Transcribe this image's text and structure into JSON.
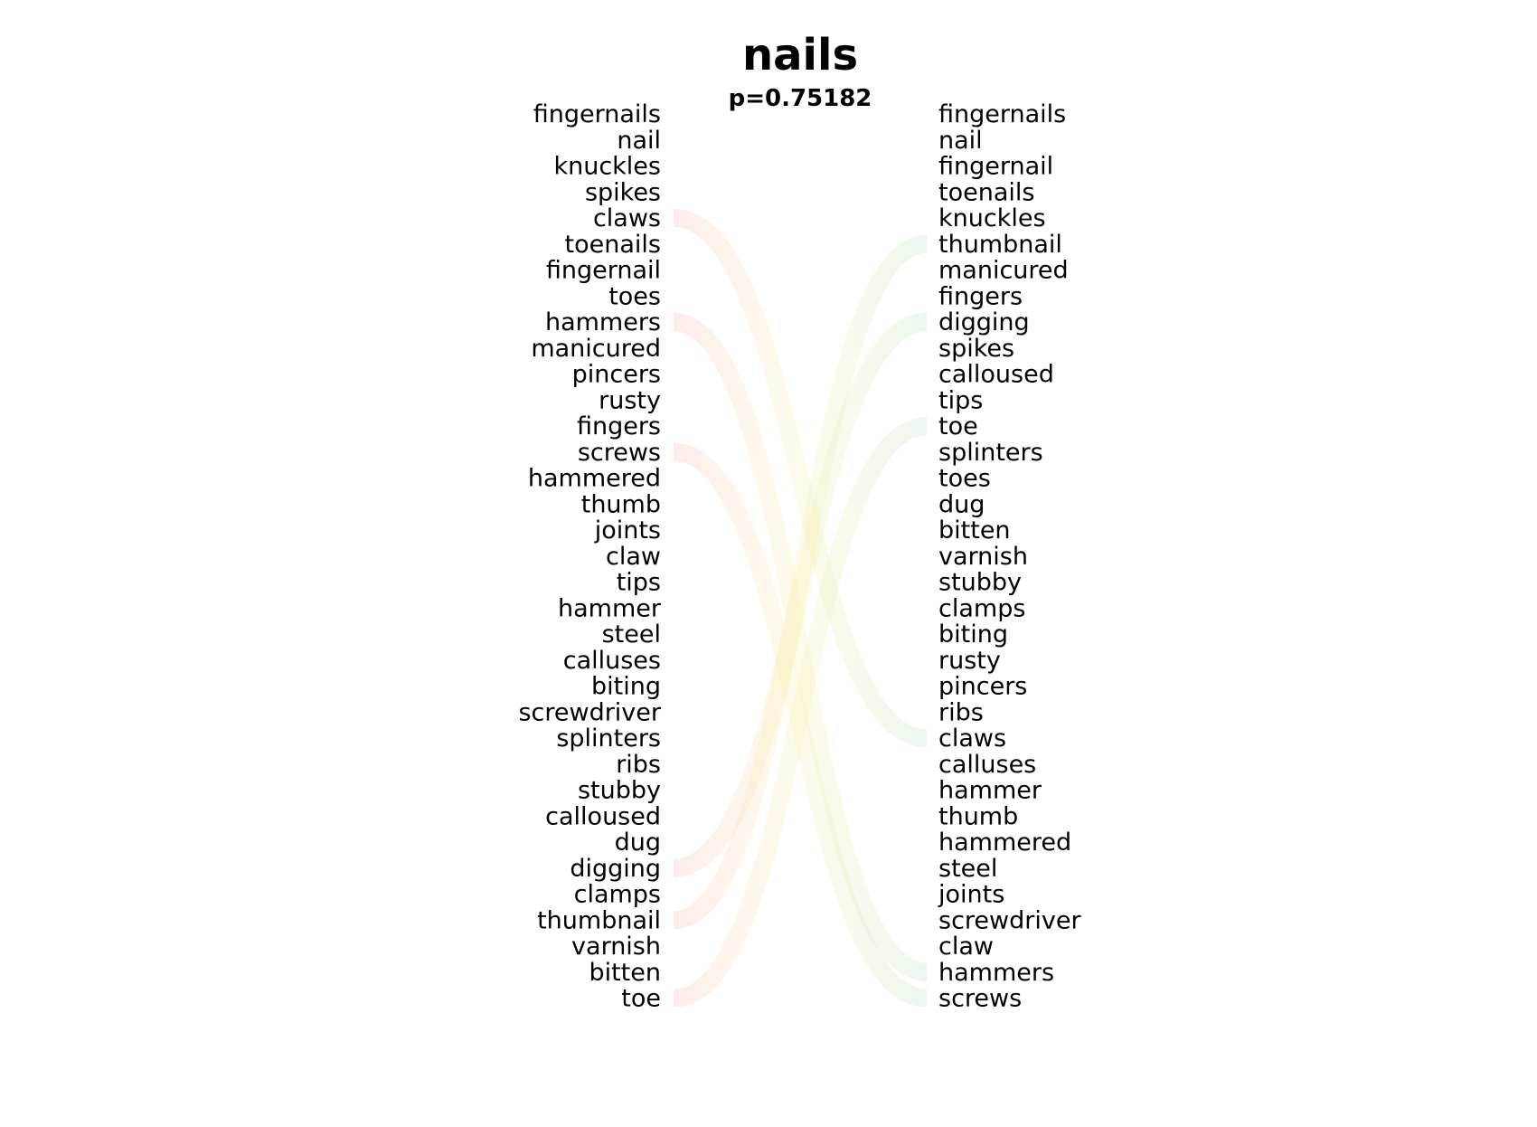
{
  "title": "nails",
  "subtitle": "p=0.75182",
  "colors": {
    "left_link": "#f6a8a8",
    "right_link": "#a9d8b8",
    "mid_link": "#f6f0b0",
    "text": "#000000"
  },
  "left_words": [
    "fingernails",
    "nail",
    "knuckles",
    "spikes",
    "claws",
    "toenails",
    "fingernail",
    "toes",
    "hammers",
    "manicured",
    "pincers",
    "rusty",
    "fingers",
    "screws",
    "hammered",
    "thumb",
    "joints",
    "claw",
    "tips",
    "hammer",
    "steel",
    "calluses",
    "biting",
    "screwdriver",
    "splinters",
    "ribs",
    "stubby",
    "calloused",
    "dug",
    "digging",
    "clamps",
    "thumbnail",
    "varnish",
    "bitten",
    "toe"
  ],
  "right_words": [
    "fingernails",
    "nail",
    "fingernail",
    "toenails",
    "knuckles",
    "thumbnail",
    "manicured",
    "fingers",
    "digging",
    "spikes",
    "calloused",
    "tips",
    "toe",
    "splinters",
    "toes",
    "dug",
    "bitten",
    "varnish",
    "stubby",
    "clamps",
    "biting",
    "rusty",
    "pincers",
    "ribs",
    "claws",
    "calluses",
    "hammer",
    "thumb",
    "hammered",
    "steel",
    "joints",
    "screwdriver",
    "claw",
    "hammers",
    "screws"
  ],
  "chart_data": {
    "type": "bump",
    "title": "nails",
    "subtitle": "p=0.75182",
    "highlighted_links": [
      {
        "word": "claws",
        "left_rank": 5,
        "right_rank": 25,
        "side": "left"
      },
      {
        "word": "hammers",
        "left_rank": 9,
        "right_rank": 34,
        "side": "left"
      },
      {
        "word": "screws",
        "left_rank": 14,
        "right_rank": 35,
        "side": "left"
      },
      {
        "word": "digging",
        "left_rank": 30,
        "right_rank": 9,
        "side": "left"
      },
      {
        "word": "thumbnail",
        "left_rank": 32,
        "right_rank": 6,
        "side": "left"
      },
      {
        "word": "toe",
        "left_rank": 35,
        "right_rank": 13,
        "side": "left"
      },
      {
        "word": "thumbnail",
        "left_rank": 32,
        "right_rank": 6,
        "side": "right"
      },
      {
        "word": "digging",
        "left_rank": 30,
        "right_rank": 9,
        "side": "right"
      },
      {
        "word": "toe",
        "left_rank": 35,
        "right_rank": 13,
        "side": "right"
      },
      {
        "word": "claws",
        "left_rank": 5,
        "right_rank": 25,
        "side": "right"
      },
      {
        "word": "hammers",
        "left_rank": 9,
        "right_rank": 34,
        "side": "right"
      },
      {
        "word": "screws",
        "left_rank": 14,
        "right_rank": 35,
        "side": "right"
      }
    ]
  }
}
